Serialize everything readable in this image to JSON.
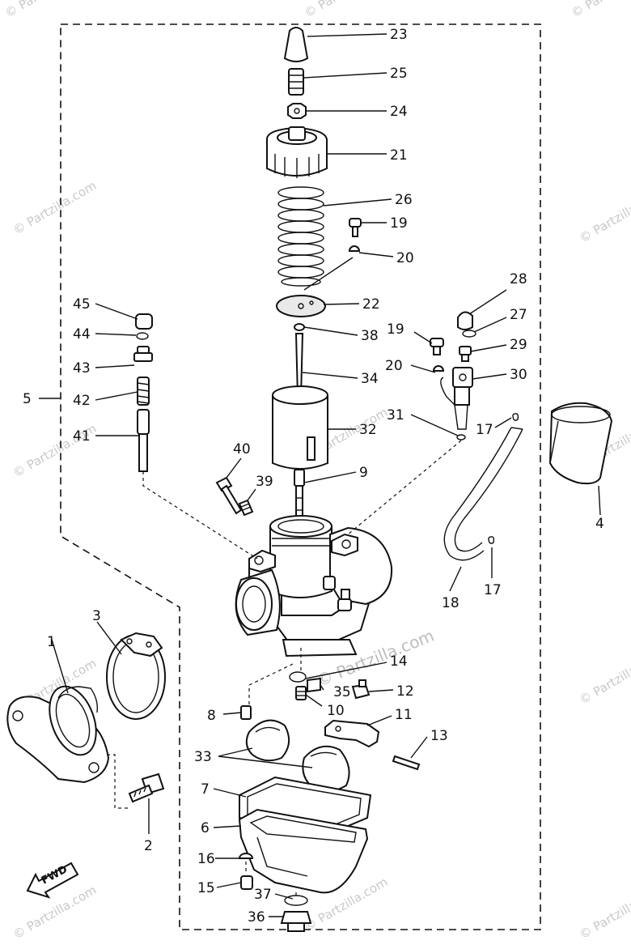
{
  "watermarks": {
    "short": "© Partzilla.com",
    "center": "© Partzilla.com"
  },
  "fwd_label": "FWD",
  "callouts": [
    {
      "id": "23",
      "label": "23"
    },
    {
      "id": "25",
      "label": "25"
    },
    {
      "id": "24",
      "label": "24"
    },
    {
      "id": "21",
      "label": "21"
    },
    {
      "id": "26",
      "label": "26"
    },
    {
      "id": "19a",
      "label": "19"
    },
    {
      "id": "20a",
      "label": "20"
    },
    {
      "id": "22",
      "label": "22"
    },
    {
      "id": "38",
      "label": "38"
    },
    {
      "id": "34",
      "label": "34"
    },
    {
      "id": "32",
      "label": "32"
    },
    {
      "id": "9",
      "label": "9"
    },
    {
      "id": "45",
      "label": "45"
    },
    {
      "id": "44",
      "label": "44"
    },
    {
      "id": "43",
      "label": "43"
    },
    {
      "id": "42",
      "label": "42"
    },
    {
      "id": "41",
      "label": "41"
    },
    {
      "id": "5",
      "label": "5"
    },
    {
      "id": "40",
      "label": "40"
    },
    {
      "id": "39",
      "label": "39"
    },
    {
      "id": "28",
      "label": "28"
    },
    {
      "id": "27",
      "label": "27"
    },
    {
      "id": "19b",
      "label": "19"
    },
    {
      "id": "29",
      "label": "29"
    },
    {
      "id": "20b",
      "label": "20"
    },
    {
      "id": "30",
      "label": "30"
    },
    {
      "id": "31",
      "label": "31"
    },
    {
      "id": "17a",
      "label": "17"
    },
    {
      "id": "4",
      "label": "4"
    },
    {
      "id": "18",
      "label": "18"
    },
    {
      "id": "17b",
      "label": "17"
    },
    {
      "id": "3",
      "label": "3"
    },
    {
      "id": "1",
      "label": "1"
    },
    {
      "id": "14",
      "label": "14"
    },
    {
      "id": "35",
      "label": "35"
    },
    {
      "id": "12",
      "label": "12"
    },
    {
      "id": "10",
      "label": "10"
    },
    {
      "id": "8",
      "label": "8"
    },
    {
      "id": "11",
      "label": "11"
    },
    {
      "id": "13",
      "label": "13"
    },
    {
      "id": "33",
      "label": "33"
    },
    {
      "id": "7",
      "label": "7"
    },
    {
      "id": "2",
      "label": "2"
    },
    {
      "id": "6",
      "label": "6"
    },
    {
      "id": "16",
      "label": "16"
    },
    {
      "id": "15",
      "label": "15"
    },
    {
      "id": "37",
      "label": "37"
    },
    {
      "id": "36",
      "label": "36"
    }
  ]
}
